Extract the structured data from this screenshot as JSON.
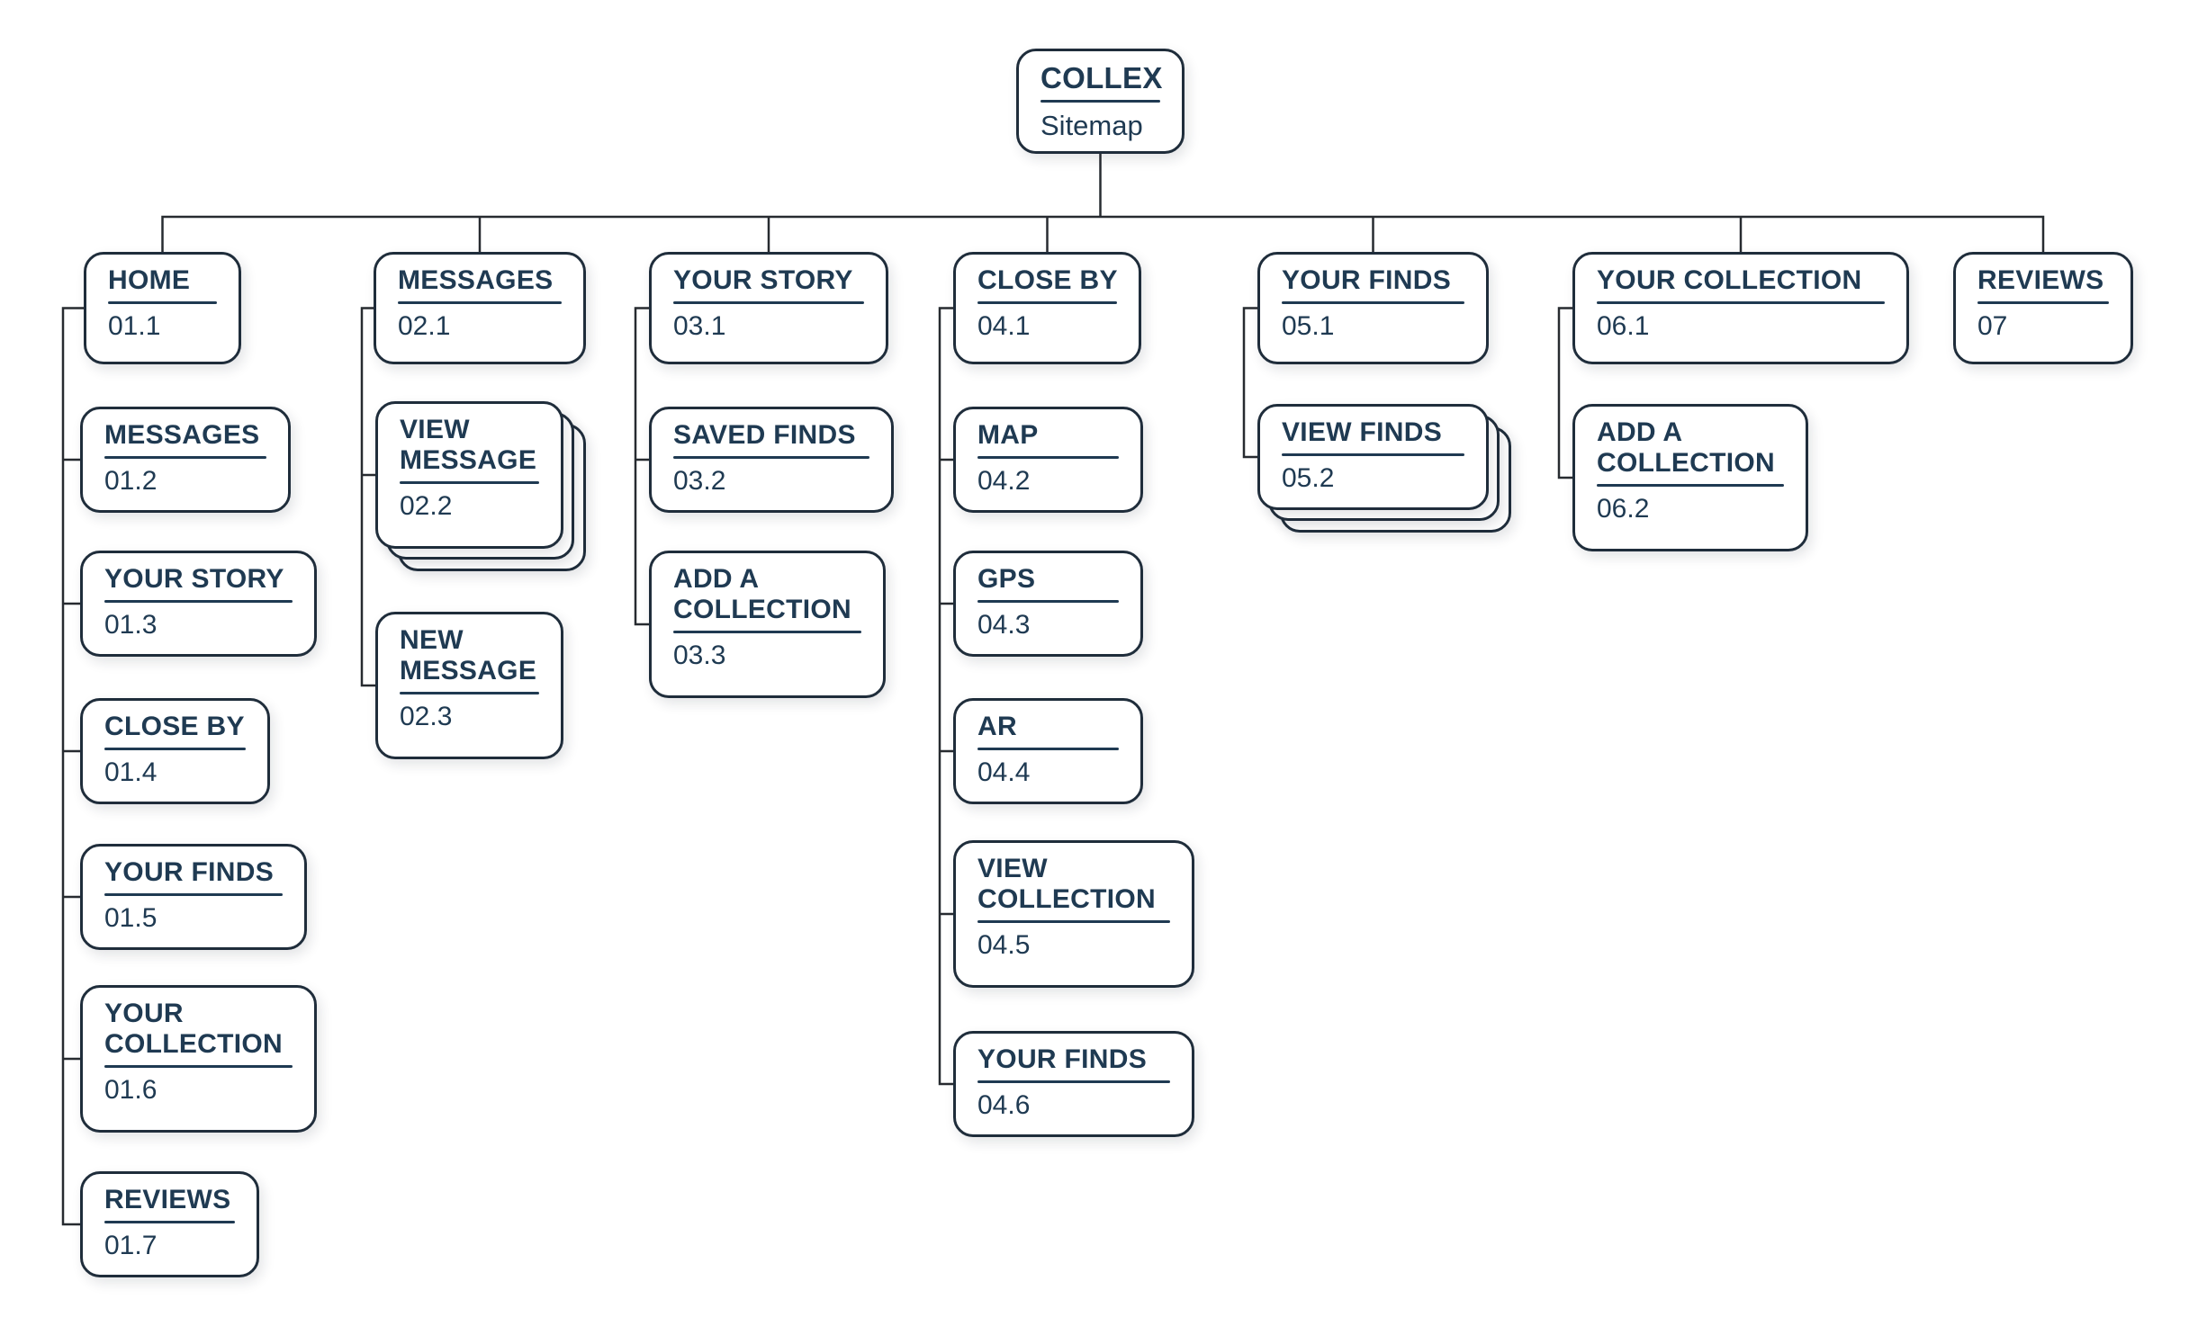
{
  "root": {
    "brand": "COLLEX",
    "subtitle": "Sitemap"
  },
  "colors": {
    "text": "#1F3A52",
    "card_border": "#1F2D3B",
    "connector_line": "#272B30",
    "card_background": "#FFFFFF",
    "page_background": "#FFFFFF"
  },
  "columns": [
    {
      "header": {
        "label": "HOME",
        "id": "01.1"
      },
      "children": [
        {
          "label": "MESSAGES",
          "id": "01.2"
        },
        {
          "label": "YOUR STORY",
          "id": "01.3"
        },
        {
          "label": "CLOSE BY",
          "id": "01.4"
        },
        {
          "label": "YOUR FINDS",
          "id": "01.5"
        },
        {
          "label": "YOUR COLLECTION",
          "id": "01.6"
        },
        {
          "label": "REVIEWS",
          "id": "01.7"
        }
      ]
    },
    {
      "header": {
        "label": "MESSAGES",
        "id": "02.1"
      },
      "children": [
        {
          "label": "VIEW MESSAGE",
          "id": "02.2",
          "stacked": true
        },
        {
          "label": "NEW MESSAGE",
          "id": "02.3"
        }
      ]
    },
    {
      "header": {
        "label": "YOUR STORY",
        "id": "03.1"
      },
      "children": [
        {
          "label": "SAVED FINDS",
          "id": "03.2"
        },
        {
          "label": "ADD A COLLECTION",
          "id": "03.3"
        }
      ]
    },
    {
      "header": {
        "label": "CLOSE BY",
        "id": "04.1"
      },
      "children": [
        {
          "label": "MAP",
          "id": "04.2"
        },
        {
          "label": "GPS",
          "id": "04.3"
        },
        {
          "label": "AR",
          "id": "04.4"
        },
        {
          "label": "VIEW COLLECTION",
          "id": "04.5"
        },
        {
          "label": "YOUR FINDS",
          "id": "04.6"
        }
      ]
    },
    {
      "header": {
        "label": "YOUR FINDS",
        "id": "05.1"
      },
      "children": [
        {
          "label": "VIEW FINDS",
          "id": "05.2",
          "stacked": true
        }
      ]
    },
    {
      "header": {
        "label": "YOUR COLLECTION",
        "id": "06.1"
      },
      "children": [
        {
          "label": "ADD A COLLECTION",
          "id": "06.2"
        }
      ]
    },
    {
      "header": {
        "label": "REVIEWS",
        "id": "07"
      },
      "children": []
    }
  ]
}
